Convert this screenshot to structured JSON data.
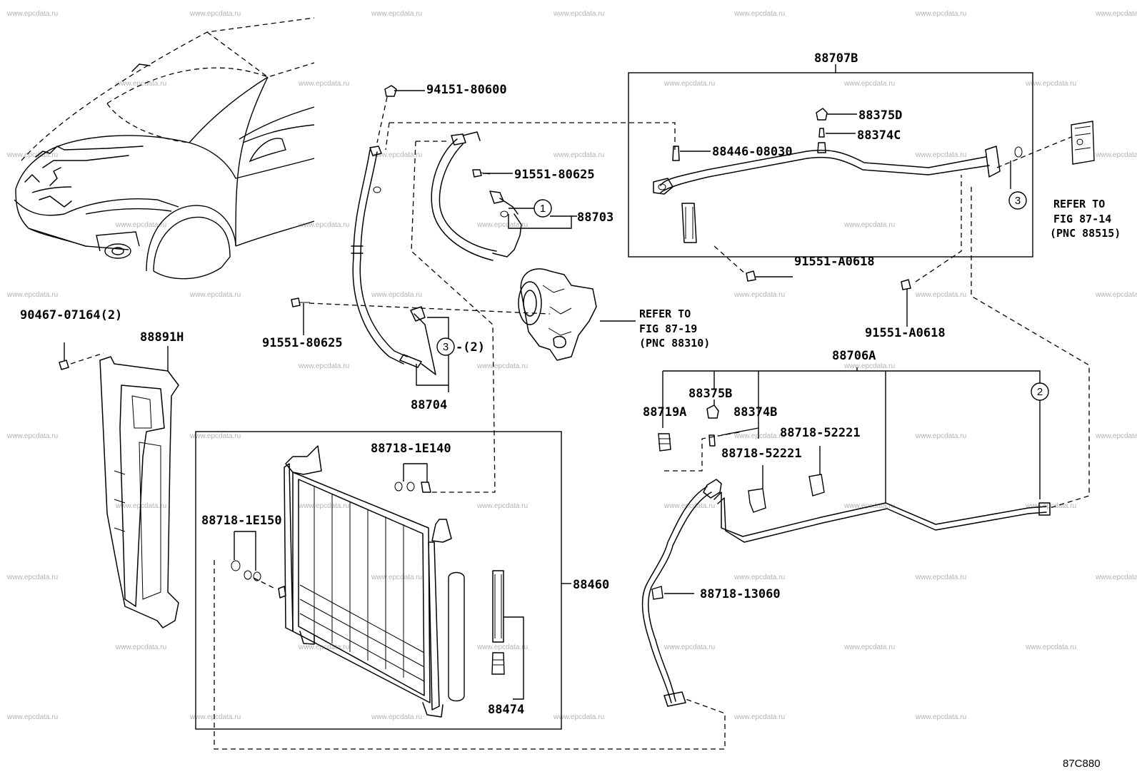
{
  "watermark_text": "www.epcdata.ru",
  "diagram_code": "87C880",
  "callouts": {
    "c94151": "94151-80600",
    "c91551_top": "91551-80625",
    "c88703": "88703",
    "c88707B": "88707B",
    "c88375D": "88375D",
    "c88374C": "88374C",
    "c88446": "88446-08030",
    "c91551_A0618_a": "91551-A0618",
    "c91551_A0618_b": "91551-A0618",
    "c90467": "90467-07164(2)",
    "c88891H": "88891H",
    "c91551_left": "91551-80625",
    "c88704": "88704",
    "c3_qty": "-(2)",
    "c88706A": "88706A",
    "c88375B": "88375B",
    "c88719A": "88719A",
    "c88374B": "88374B",
    "c88718_52221_a": "88718-52221",
    "c88718_52221_b": "88718-52221",
    "c88718_1E140": "88718-1E140",
    "c88718_1E150": "88718-1E150",
    "c88460": "88460",
    "c88474": "88474",
    "c88718_13060": "88718-13060"
  },
  "circle_markers": {
    "m1": "1",
    "m2": "2",
    "m3a": "3",
    "m3b": "3"
  },
  "references": {
    "compressor": [
      "REFER TO",
      "FIG 87-19",
      "(PNC 88310)"
    ],
    "expansion_valve": [
      "REFER TO",
      "FIG 87-14",
      "(PNC 88515)"
    ]
  }
}
